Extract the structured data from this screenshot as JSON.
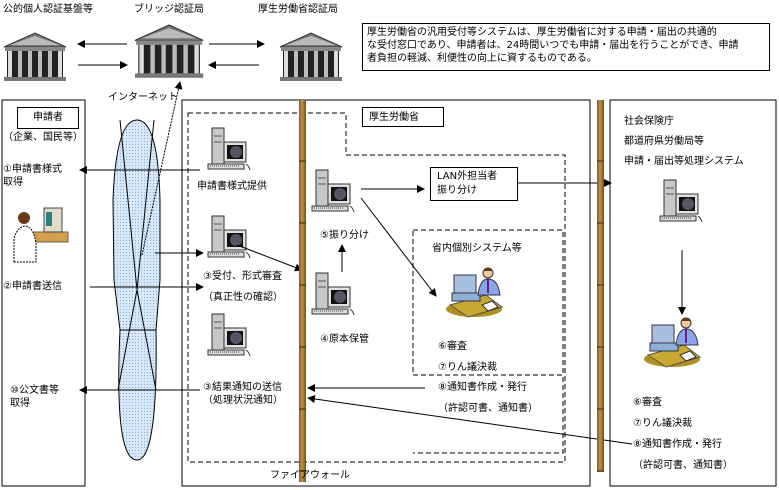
{
  "authorities": {
    "public": "公的個人認証基盤等",
    "bridge": "ブリッジ認証局",
    "mhlw": "厚生労働省認証局"
  },
  "description": [
    "厚生労働省の汎用受付等システムは、厚生労働省に対する申請・届出の共通的",
    "な受付窓口であり、申請者は、24時間いつでも申請・届出を行うことができ、申請",
    "者負担の軽減、利便性の向上に資するものである。"
  ],
  "internet_label": "インターネット",
  "firewall_label": "ファイアウォール",
  "applicant": {
    "title": "申請者",
    "subtitle": "（企業、国民等）",
    "step1": [
      "①申請書様式",
      "取得"
    ],
    "step2": "②申請書送信",
    "step10": [
      "⑩公文書等",
      "取得"
    ]
  },
  "ministry": {
    "title": "厚生労働省",
    "form_provision": "申請書様式提供",
    "step3_receipt": "③受付、形式審査",
    "step3_receipt_sub": "（真正性の確認）",
    "step3_result": "③結果通知の送信",
    "step3_result_sub": "（処理状況通知）",
    "step4": "④原本保管",
    "step5": "⑤振り分け",
    "lan_box": [
      "LAN外担当者",
      "振り分け"
    ],
    "internal_system": "省内個別システム等",
    "step6": "⑥審査",
    "step7": "⑦りん議決裁",
    "step8": "⑧通知書作成・発行",
    "step8_sub": "（許認可書、通知書）"
  },
  "external": {
    "lines": [
      "社会保険庁",
      "都道府県労働局等",
      "申請・届出等処理システム"
    ],
    "step6": "⑥審査",
    "step7": "⑦りん議決裁",
    "step8": "⑧通知書作成・発行",
    "step8_sub": "（許認可書、通知書）"
  },
  "colors": {
    "internet_fill": "#c4dcf4",
    "firewall": "#a87c38",
    "line": "#000000"
  }
}
